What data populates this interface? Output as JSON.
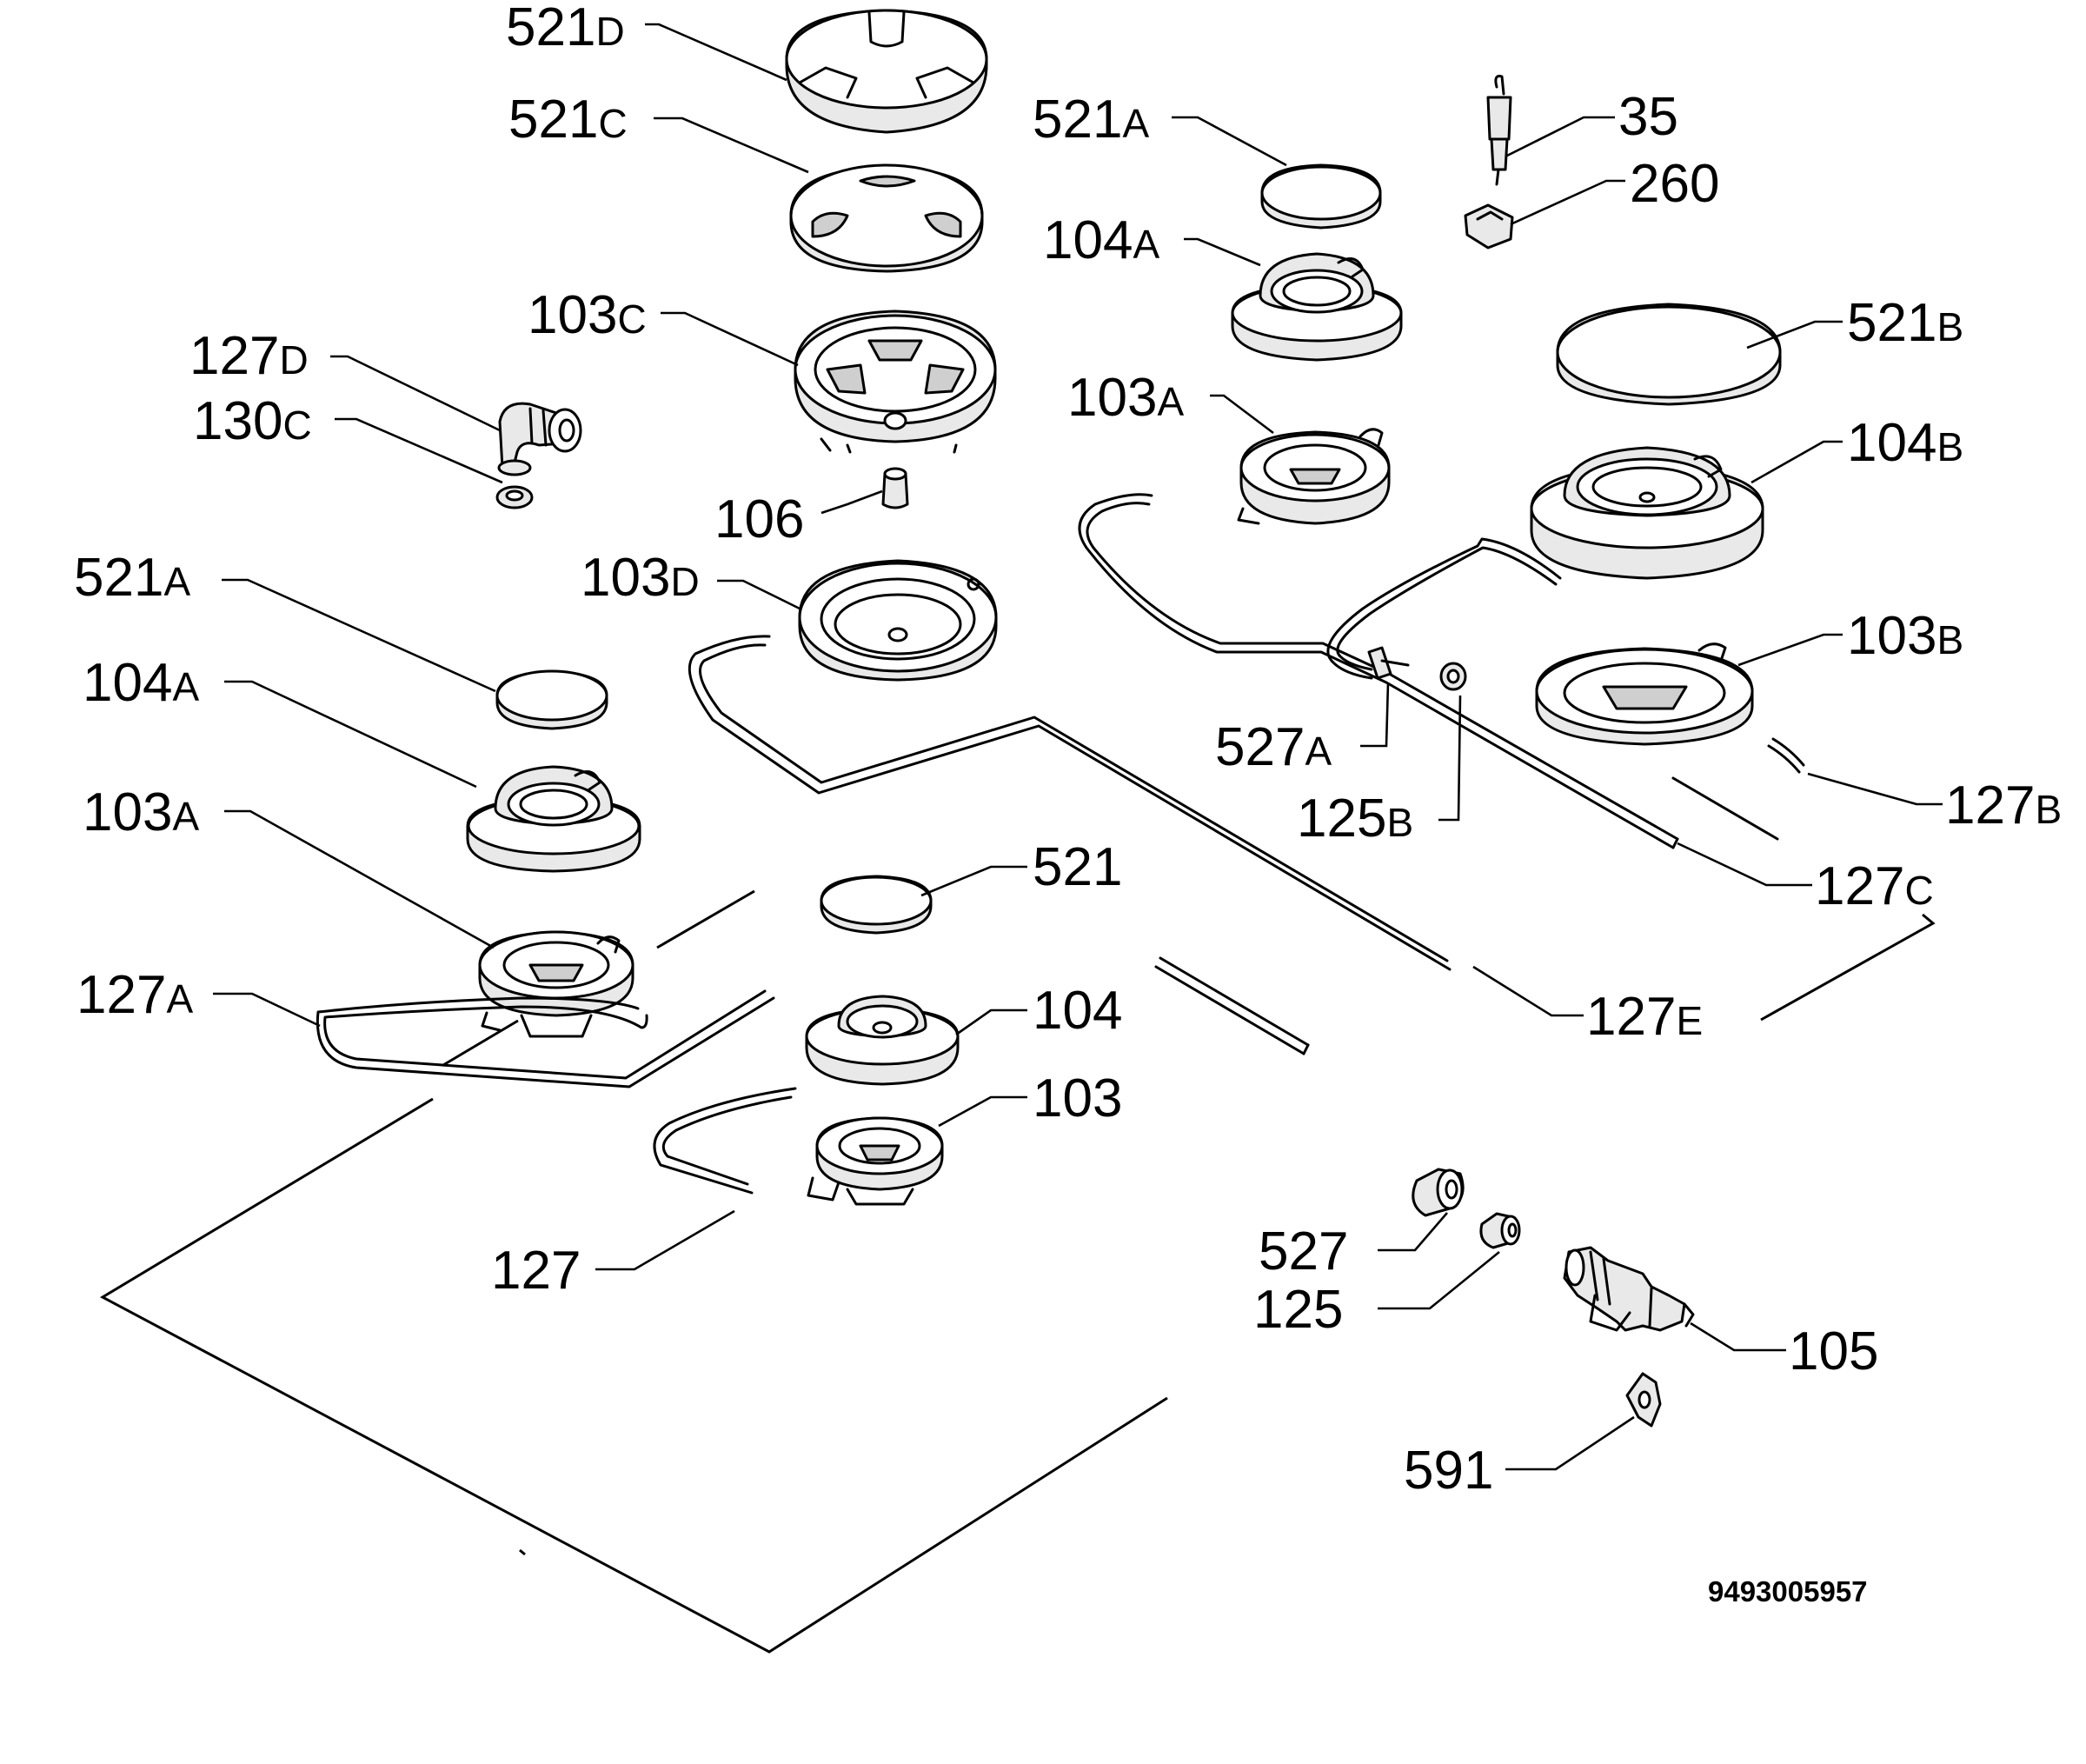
{
  "drawing_code": "9493005957",
  "labels": {
    "l521D": {
      "num": "521",
      "sfx": "D"
    },
    "l521C": {
      "num": "521",
      "sfx": "C"
    },
    "l103C": {
      "num": "103",
      "sfx": "C"
    },
    "l127D": {
      "num": "127",
      "sfx": "D"
    },
    "l130C": {
      "num": "130",
      "sfx": "C"
    },
    "l106": {
      "num": "106",
      "sfx": ""
    },
    "l521A_l": {
      "num": "521",
      "sfx": "A"
    },
    "l103D": {
      "num": "103",
      "sfx": "D"
    },
    "l104A_l": {
      "num": "104",
      "sfx": "A"
    },
    "l103A_l": {
      "num": "103",
      "sfx": "A"
    },
    "l127A": {
      "num": "127",
      "sfx": "A"
    },
    "l521": {
      "num": "521",
      "sfx": ""
    },
    "l104": {
      "num": "104",
      "sfx": ""
    },
    "l103": {
      "num": "103",
      "sfx": ""
    },
    "l127": {
      "num": "127",
      "sfx": ""
    },
    "l521A_r": {
      "num": "521",
      "sfx": "A"
    },
    "l104A_r": {
      "num": "104",
      "sfx": "A"
    },
    "l103A_r": {
      "num": "103",
      "sfx": "A"
    },
    "l35": {
      "num": "35",
      "sfx": ""
    },
    "l260": {
      "num": "260",
      "sfx": ""
    },
    "l521B": {
      "num": "521",
      "sfx": "B"
    },
    "l104B": {
      "num": "104",
      "sfx": "B"
    },
    "l103B": {
      "num": "103",
      "sfx": "B"
    },
    "l527A": {
      "num": "527",
      "sfx": "A"
    },
    "l125B": {
      "num": "125",
      "sfx": "B"
    },
    "l127B": {
      "num": "127",
      "sfx": "B"
    },
    "l127C": {
      "num": "127",
      "sfx": "C"
    },
    "l127E": {
      "num": "127",
      "sfx": "E"
    },
    "l527": {
      "num": "527",
      "sfx": ""
    },
    "l125": {
      "num": "125",
      "sfx": ""
    },
    "l105": {
      "num": "105",
      "sfx": ""
    },
    "l591": {
      "num": "591",
      "sfx": ""
    }
  }
}
